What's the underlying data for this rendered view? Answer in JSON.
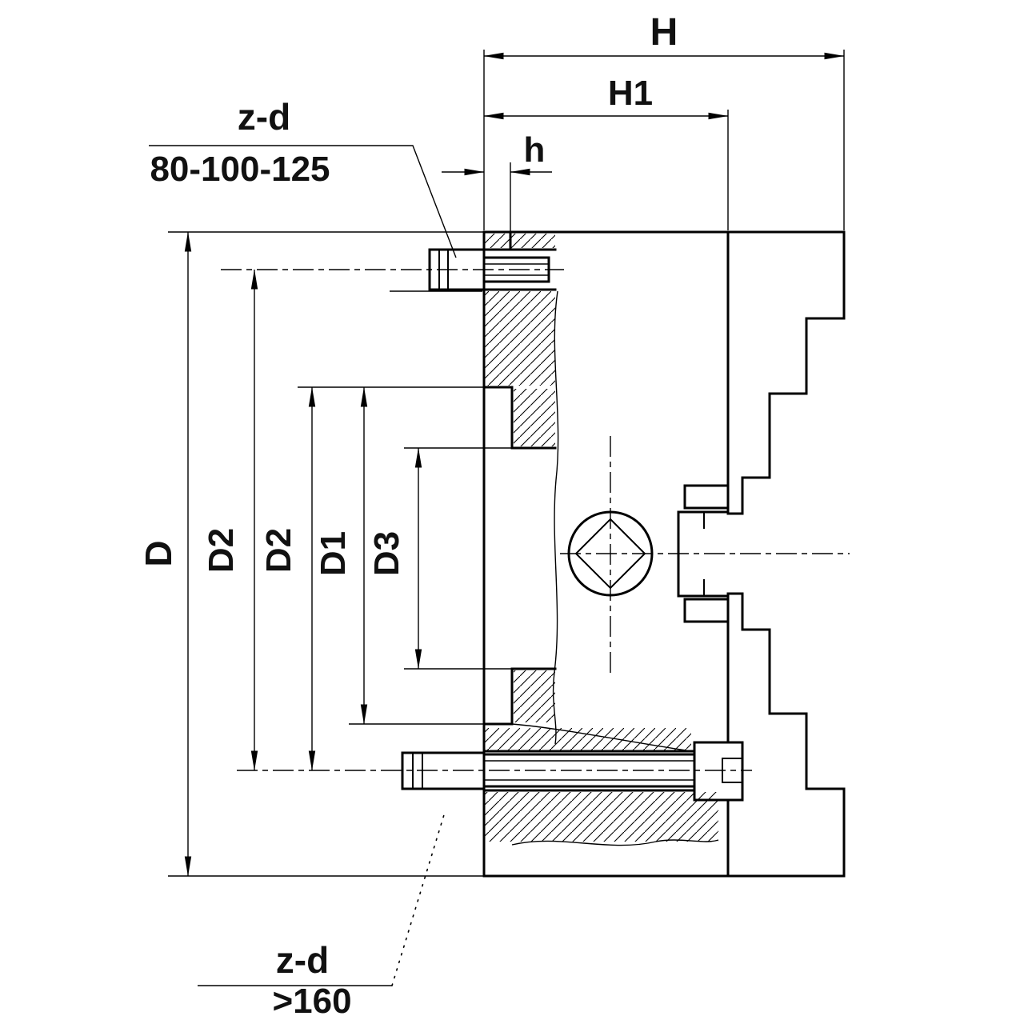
{
  "drawing": {
    "dims": {
      "H": "H",
      "H1": "H1",
      "h": "h",
      "D": "D",
      "D2_rear": "D2",
      "D2_front": "D2",
      "D1": "D1",
      "D3": "D3"
    },
    "bolt_notes": {
      "rear": {
        "label": "z-d",
        "sizes": "80-100-125"
      },
      "front": {
        "label": "z-d",
        "sizes": ">160"
      }
    },
    "colors": {
      "line": "#000000",
      "background": "#ffffff"
    }
  }
}
